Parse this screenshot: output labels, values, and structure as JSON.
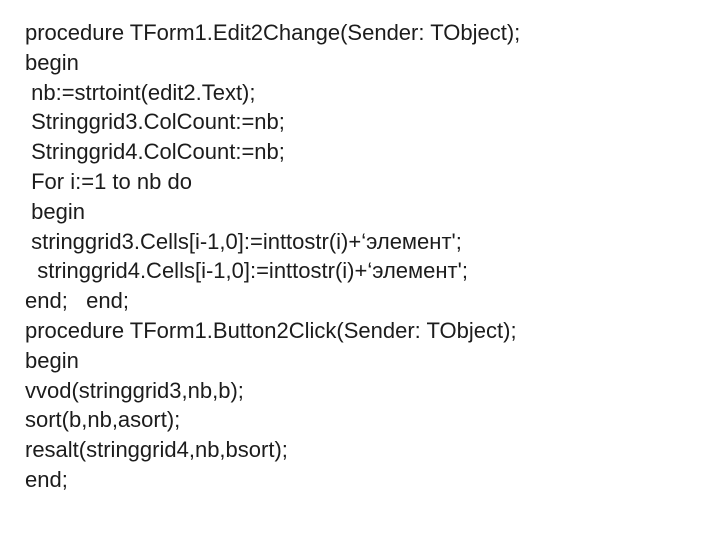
{
  "slide": {
    "background_color": "#ffffff",
    "text_color": "#1c1c1c",
    "language": "pascal",
    "code_lines": [
      "procedure TForm1.Edit2Change(Sender: TObject);",
      "begin",
      " nb:=strtoint(edit2.Text);",
      " Stringgrid3.ColCount:=nb;",
      " Stringgrid4.ColCount:=nb;",
      " For i:=1 to nb do",
      " begin",
      " stringgrid3.Cells[i-1,0]:=inttostr(i)+‘элемент';",
      "  stringgrid4.Cells[i-1,0]:=inttostr(i)+‘элемент';",
      "end;   end;",
      "procedure TForm1.Button2Click(Sender: TObject);",
      "begin",
      "vvod(stringgrid3,nb,b);",
      "sort(b,nb,asort);",
      "resalt(stringgrid4,nb,bsort);",
      "end;"
    ]
  }
}
